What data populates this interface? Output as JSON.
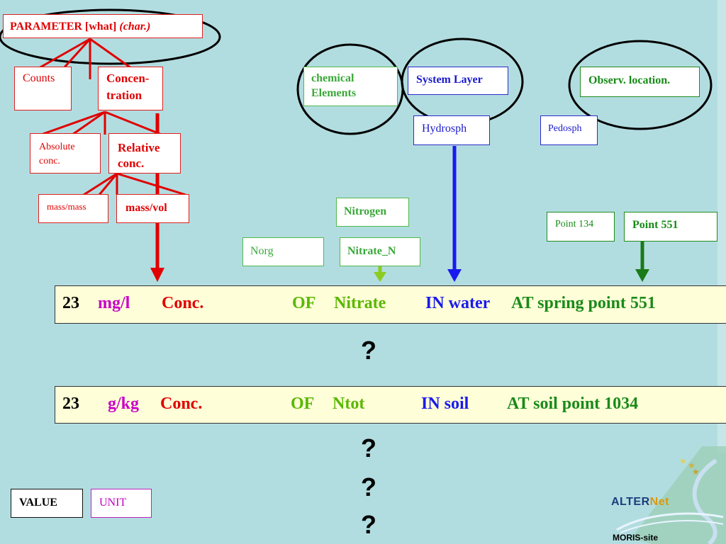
{
  "parameter": {
    "label": "PARAMETER [what]",
    "char_label": "(char.)"
  },
  "counts": "Counts",
  "concentration": "Concen-\ntration",
  "absolute": "Absolute\nconc.",
  "relative": "Relative\nconc.",
  "mass_mass": "mass/mass",
  "mass_vol": "mass/vol",
  "chemical": "chemical\nElements",
  "nitrogen": "Nitrogen",
  "norg": "Norg",
  "nitrate_n": "Nitrate_N",
  "system_layer": "System Layer",
  "hydrosph": "Hydrosph",
  "pedosph": "Pedosph",
  "observ": "Observ. location.",
  "point134": "Point 134",
  "point551": "Point 551",
  "sentence1": {
    "value": "23",
    "unit": "mg/l",
    "param": "Conc.",
    "of": "OF",
    "what": "Nitrate",
    "in": "IN water",
    "at": "AT spring point 551"
  },
  "sentence2": {
    "value": "23",
    "unit": "g/kg",
    "param": "Conc.",
    "of": "OF",
    "what": "Ntot",
    "in": "IN soil",
    "at": "AT soil point 1034"
  },
  "qmark": "?",
  "legend": {
    "value": "VALUE",
    "unit": "UNIT"
  },
  "logo": {
    "brand_a": "ALTER",
    "brand_b": "Net",
    "site": "MORIS-site"
  },
  "colors": {
    "red": "#e00000",
    "blue": "#1a1aee",
    "green": "#1a8a1a",
    "lightgreen": "#8ccc20",
    "background": "#b2dde0"
  }
}
